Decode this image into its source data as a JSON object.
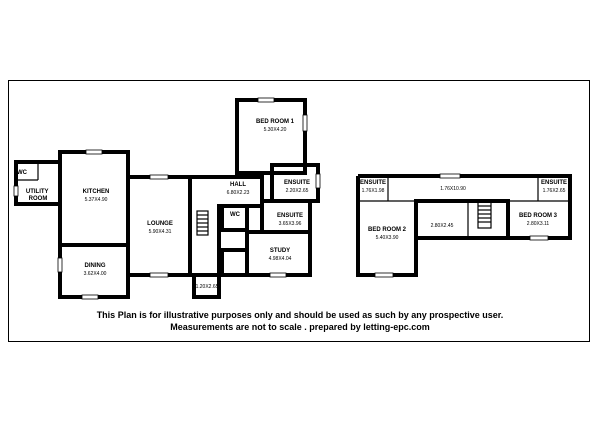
{
  "ground_floor": {
    "rooms": [
      {
        "id": "wc1",
        "name": "WC",
        "dims": ""
      },
      {
        "id": "utility",
        "name": "UTILITY ROOM",
        "dims": ""
      },
      {
        "id": "kitchen",
        "name": "KITCHEN",
        "dims": "5.37X4.90"
      },
      {
        "id": "dining",
        "name": "DINING",
        "dims": "3.62X4.00"
      },
      {
        "id": "lounge",
        "name": "LOUNGE",
        "dims": "5.90X4.31"
      },
      {
        "id": "hall",
        "name": "HALL",
        "dims": "6.80X2.23"
      },
      {
        "id": "bed1",
        "name": "BED ROOM 1",
        "dims": "5.30X4.20"
      },
      {
        "id": "ensuite1",
        "name": "ENSUITE",
        "dims": "2.20X2.65"
      },
      {
        "id": "wc2",
        "name": "WC",
        "dims": ""
      },
      {
        "id": "ensuite2",
        "name": "ENSUITE",
        "dims": "3.65X3.96"
      },
      {
        "id": "study",
        "name": "STUDY",
        "dims": "4.98X4.04"
      },
      {
        "id": "porch",
        "name": "",
        "dims": "1.20X2.65"
      }
    ]
  },
  "first_floor": {
    "rooms": [
      {
        "id": "ensuite3",
        "name": "ENSUITE",
        "dims": "1.76X1.98"
      },
      {
        "id": "landing",
        "name": "",
        "dims": "1.76X10.90"
      },
      {
        "id": "ensuite4",
        "name": "ENSUITE",
        "dims": "1.76X2.65"
      },
      {
        "id": "bed2",
        "name": "BED ROOM 2",
        "dims": "5.40X3.90"
      },
      {
        "id": "store",
        "name": "",
        "dims": "2.80X2.45"
      },
      {
        "id": "bed3",
        "name": "BED ROOM 3",
        "dims": "2.80X3.11"
      }
    ]
  },
  "caption": {
    "line1": "This Plan is for illustrative purposes only and should be used as such by any prospective user.",
    "line2": "Measurements are not to scale . prepared by  letting-epc.com"
  }
}
